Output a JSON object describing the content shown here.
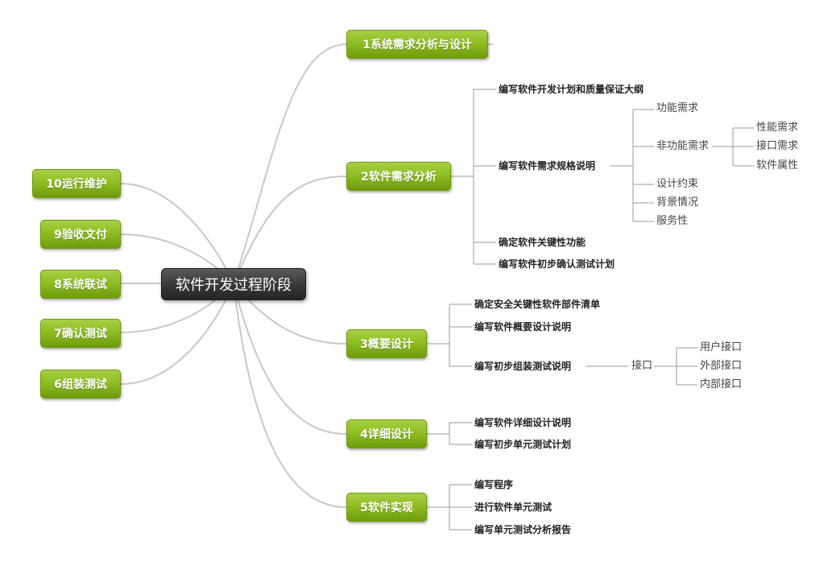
{
  "mindmap": {
    "root": "软件开发过程阶段",
    "left_branches": [
      "10运行维护",
      "9验收文付",
      "8系统联试",
      "7确认测试",
      "6组装测试"
    ],
    "right_branches": [
      {
        "label": "1系统需求分析与设计",
        "children": []
      },
      {
        "label": "2软件需求分析",
        "children": [
          {
            "label": "编写软件开发计划和质量保证大纲"
          },
          {
            "label": "编写软件需求规格说明",
            "children": [
              {
                "label": "功能需求"
              },
              {
                "label": "非功能需求",
                "children": [
                  {
                    "label": "性能需求"
                  },
                  {
                    "label": "接口需求"
                  },
                  {
                    "label": "软件属性"
                  }
                ]
              },
              {
                "label": "设计约束"
              },
              {
                "label": "背景情况"
              },
              {
                "label": "服务性"
              }
            ]
          },
          {
            "label": "确定软件关键性功能"
          },
          {
            "label": "编写软件初步确认测试计划"
          }
        ]
      },
      {
        "label": "3概要设计",
        "children": [
          {
            "label": "确定安全关键性软件部件清单"
          },
          {
            "label": "编写软件概要设计说明"
          },
          {
            "label": "编写初步组装测试说明",
            "children": [
              {
                "label": "接口",
                "children": [
                  {
                    "label": "用户接口"
                  },
                  {
                    "label": "外部接口"
                  },
                  {
                    "label": "内部接口"
                  }
                ]
              }
            ]
          }
        ]
      },
      {
        "label": "4详细设计",
        "children": [
          {
            "label": "编写软件详细设计说明"
          },
          {
            "label": "编写初步单元测试计划"
          }
        ]
      },
      {
        "label": "5软件实现",
        "children": [
          {
            "label": "编写程序"
          },
          {
            "label": "进行软件单元测试"
          },
          {
            "label": "编写单元测试分析报告"
          }
        ]
      }
    ]
  }
}
